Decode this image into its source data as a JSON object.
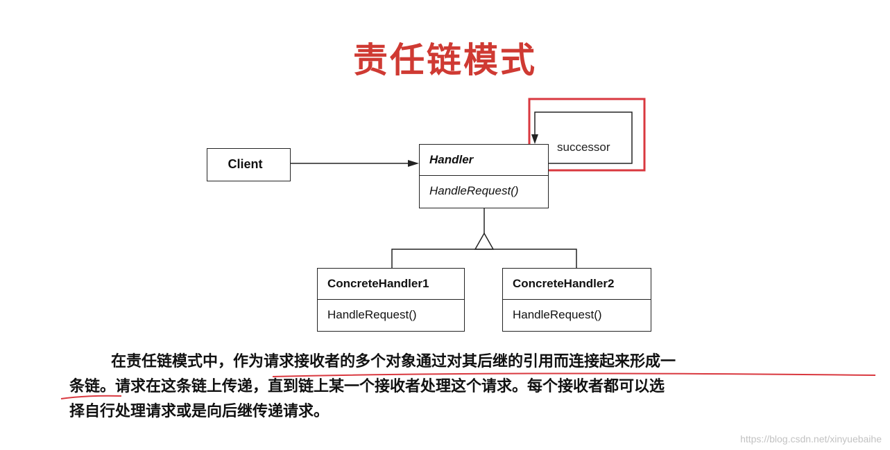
{
  "title": "责任链模式",
  "diagram": {
    "client": {
      "label": "Client"
    },
    "handler": {
      "name": "Handler",
      "method": "HandleRequest()"
    },
    "successor_label": "successor",
    "concrete1": {
      "name": "ConcreteHandler1",
      "method": "HandleRequest()"
    },
    "concrete2": {
      "name": "ConcreteHandler2",
      "method": "HandleRequest()"
    }
  },
  "description": {
    "line1": "在责任链模式中，作为请求接收者的多个对象通过对其后继的引用而连接起来形成一",
    "line2": "条链。请求在这条链上传递，直到链上某一个接收者处理这个请求。每个接收者都可以选",
    "line3": "择自行处理请求或是向后继传递请求。"
  },
  "watermark": "https://blog.csdn.net/xinyuebaihe",
  "colors": {
    "title": "#cf3a33",
    "highlight": "#d9383f",
    "line": "#222222"
  }
}
